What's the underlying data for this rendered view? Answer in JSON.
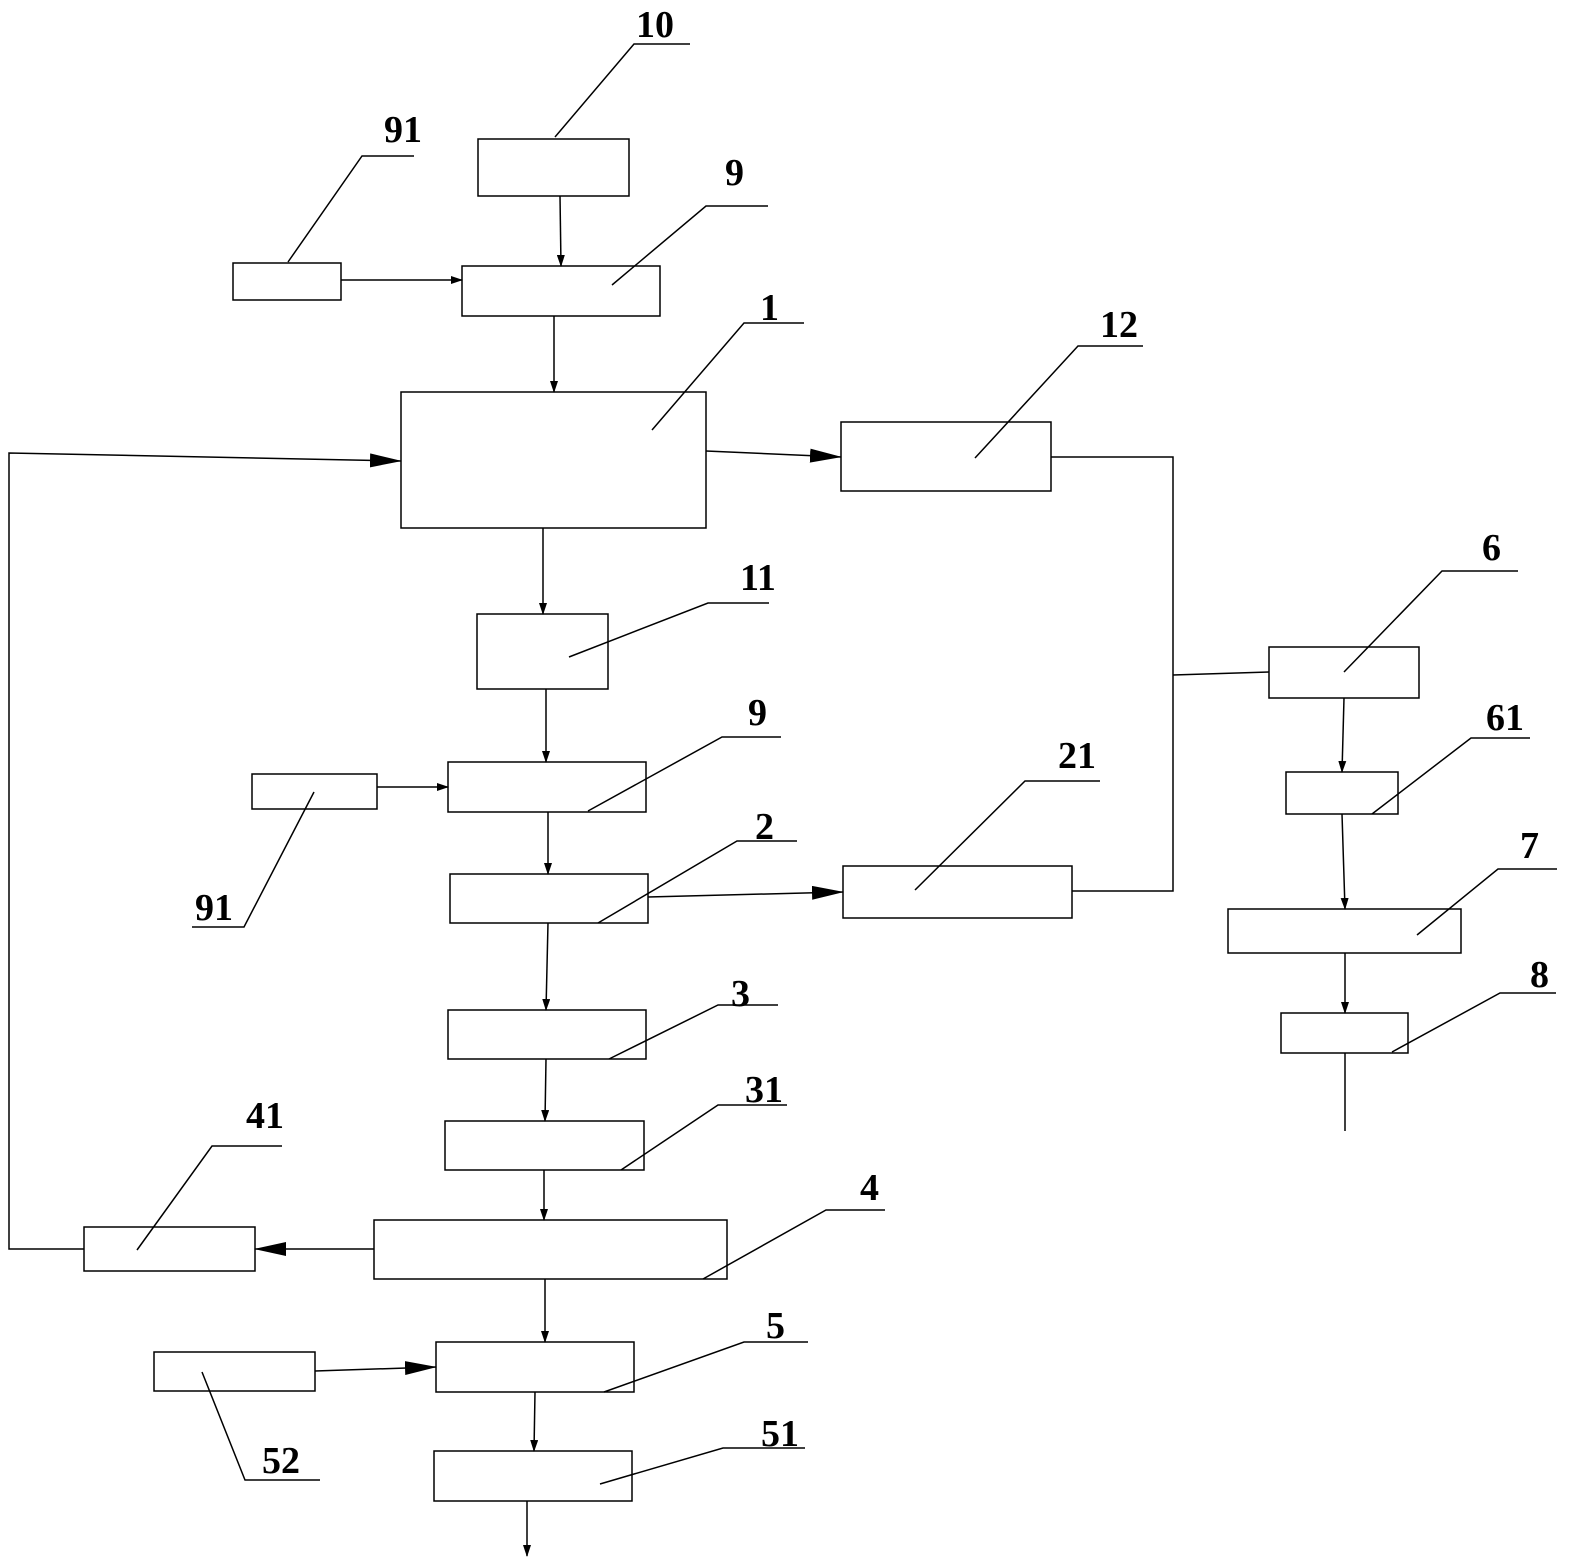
{
  "diagram": {
    "labels": {
      "l10": "10",
      "l91a": "91",
      "l9a": "9",
      "l1": "1",
      "l12": "12",
      "l11": "11",
      "l6": "6",
      "l9b": "9",
      "l61": "61",
      "l21": "21",
      "l2": "2",
      "l91b": "91",
      "l7": "7",
      "l3": "3",
      "l8": "8",
      "l31": "31",
      "l41": "41",
      "l4": "4",
      "l5": "5",
      "l51": "51",
      "l52": "52"
    },
    "colors": {
      "line": "#000000",
      "background": "#ffffff"
    }
  }
}
